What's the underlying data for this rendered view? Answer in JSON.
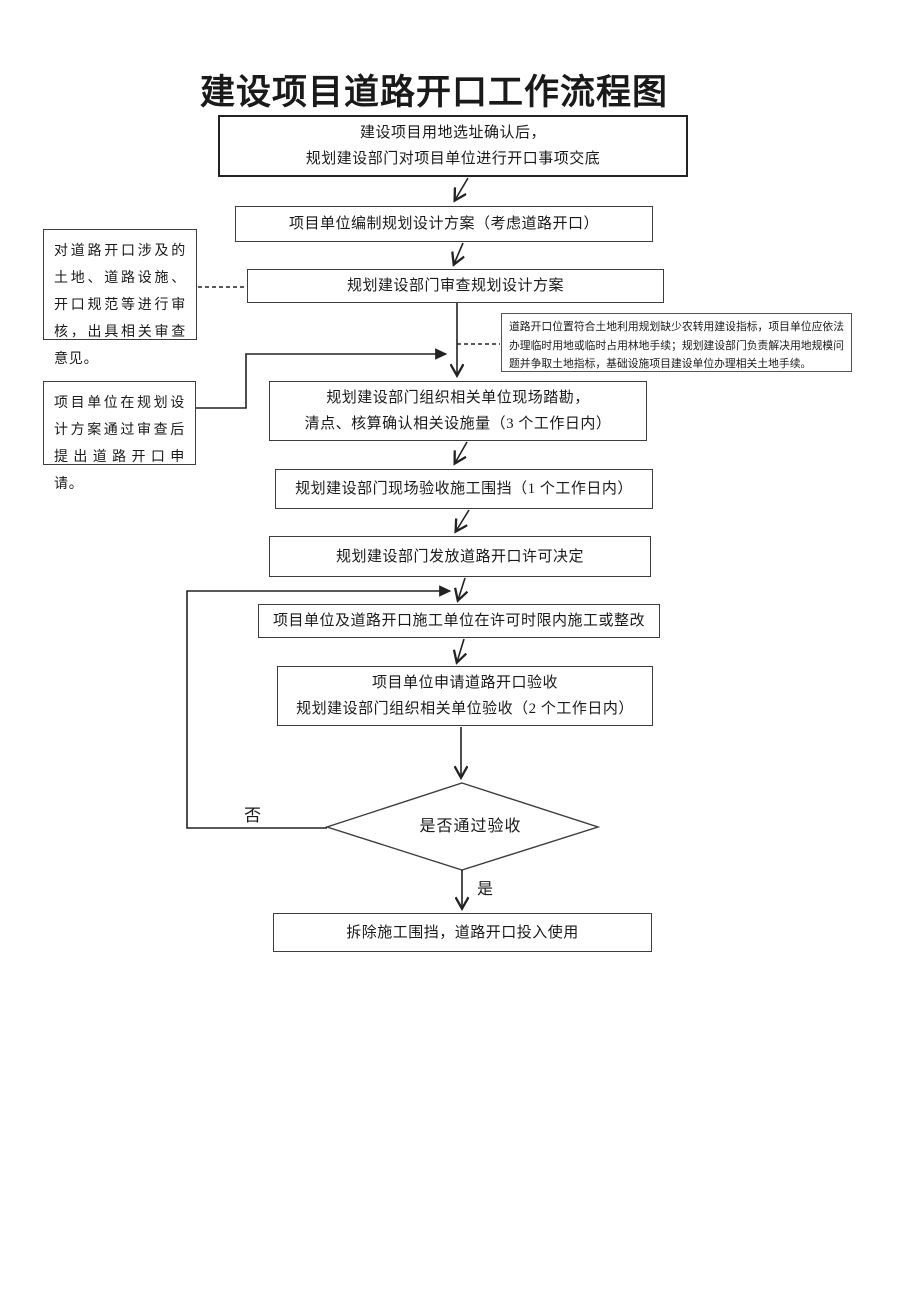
{
  "title": "建设项目道路开口工作流程图",
  "flow": {
    "start_line1": "建设项目用地选址确认后，",
    "start_line2": "规划建设部门对项目单位进行开口事项交底",
    "step_design": "项目单位编制规划设计方案（考虑道路开口）",
    "step_review": "规划建设部门审查规划设计方案",
    "step_survey_line1": "规划建设部门组织相关单位现场踏勘，",
    "step_survey_line2": "清点、核算确认相关设施量（3 个工作日内）",
    "step_fence": "规划建设部门现场验收施工围挡（1 个工作日内）",
    "step_permit": "规划建设部门发放道路开口许可决定",
    "step_construct": "项目单位及道路开口施工单位在许可时限内施工或整改",
    "step_accept_line1": "项目单位申请道路开口验收",
    "step_accept_line2": "规划建设部门组织相关单位验收（2 个工作日内）",
    "decision": "是否通过验收",
    "end": "拆除施工围挡，道路开口投入使用",
    "label_no": "否",
    "label_yes": "是"
  },
  "annotations": {
    "review_note": "对道路开口涉及的土地、道路设施、开口规范等进行审核，出具相关审查意见。",
    "land_note": "道路开口位置符合土地利用规划缺少农转用建设指标，项目单位应依法办理临时用地或临时占用林地手续；规划建设部门负责解决用地规模问题并争取土地指标，基础设施项目建设单位办理相关土地手续。",
    "apply_note": "项目单位在规划设计方案通过审查后提出道路开口申请。"
  },
  "colors": {
    "line": "#222222",
    "box_border": "#3d3d3d",
    "background": "#ffffff",
    "text": "#1a1a1a"
  }
}
